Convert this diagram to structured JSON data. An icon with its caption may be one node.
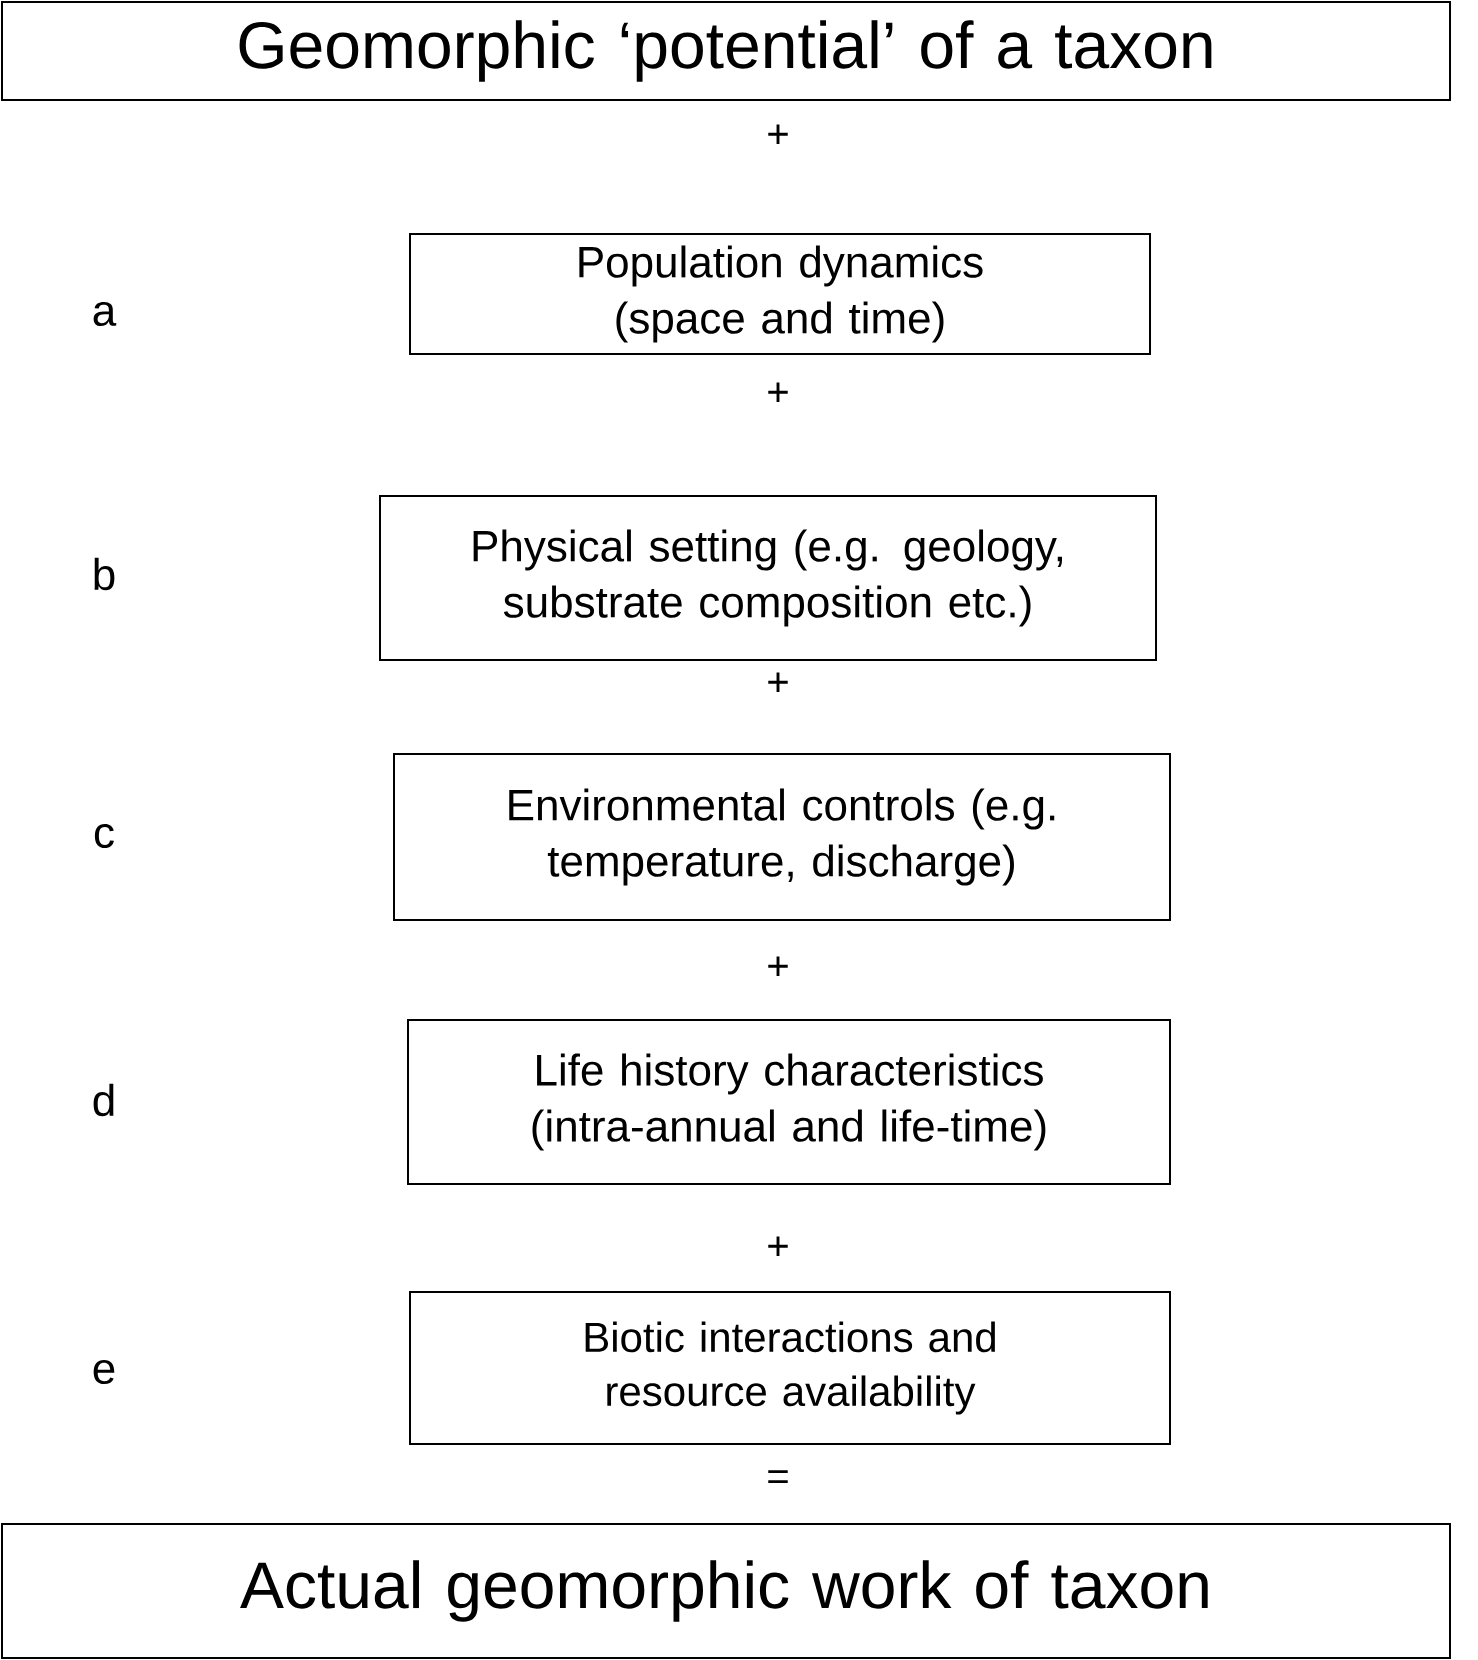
{
  "diagram": {
    "nodes": [
      {
        "text": [
          "Geomorphic ‘potential’ of a taxon"
        ]
      },
      {
        "text": [
          "Population dynamics (space and time)"
        ]
      },
      {
        "text": [
          "Physical setting (e.g. geology, substrate composition etc.)"
        ]
      },
      {
        "text": [
          "Environmental controls (e.g. temperature, discharge)"
        ]
      },
      {
        "text": [
          "Life history characteristics (intra-annual and life-time)"
        ]
      },
      {
        "text": [
          "Biotic interactions and resource availability"
        ]
      },
      {
        "text": [
          "Actual geomorphic work of taxon"
        ]
      }
    ],
    "labels": [
      "+",
      "a",
      "+",
      "b",
      "+",
      "c",
      "+",
      "d",
      "+",
      "e",
      "="
    ]
  }
}
